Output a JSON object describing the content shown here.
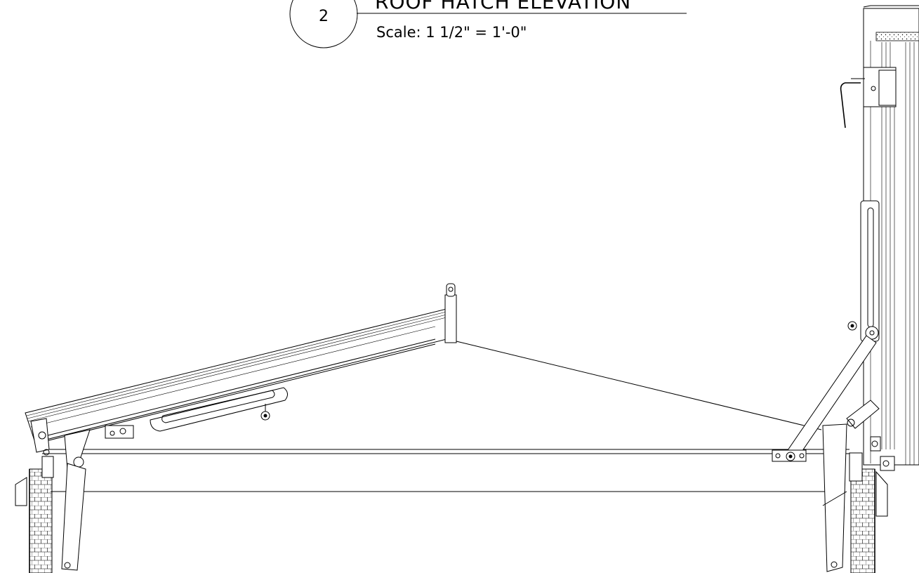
{
  "drawing": {
    "detail_number": "2",
    "title": "ROOF HATCH ELEVATION",
    "scale": "Scale: 1 1/2\" = 1'-0\""
  }
}
